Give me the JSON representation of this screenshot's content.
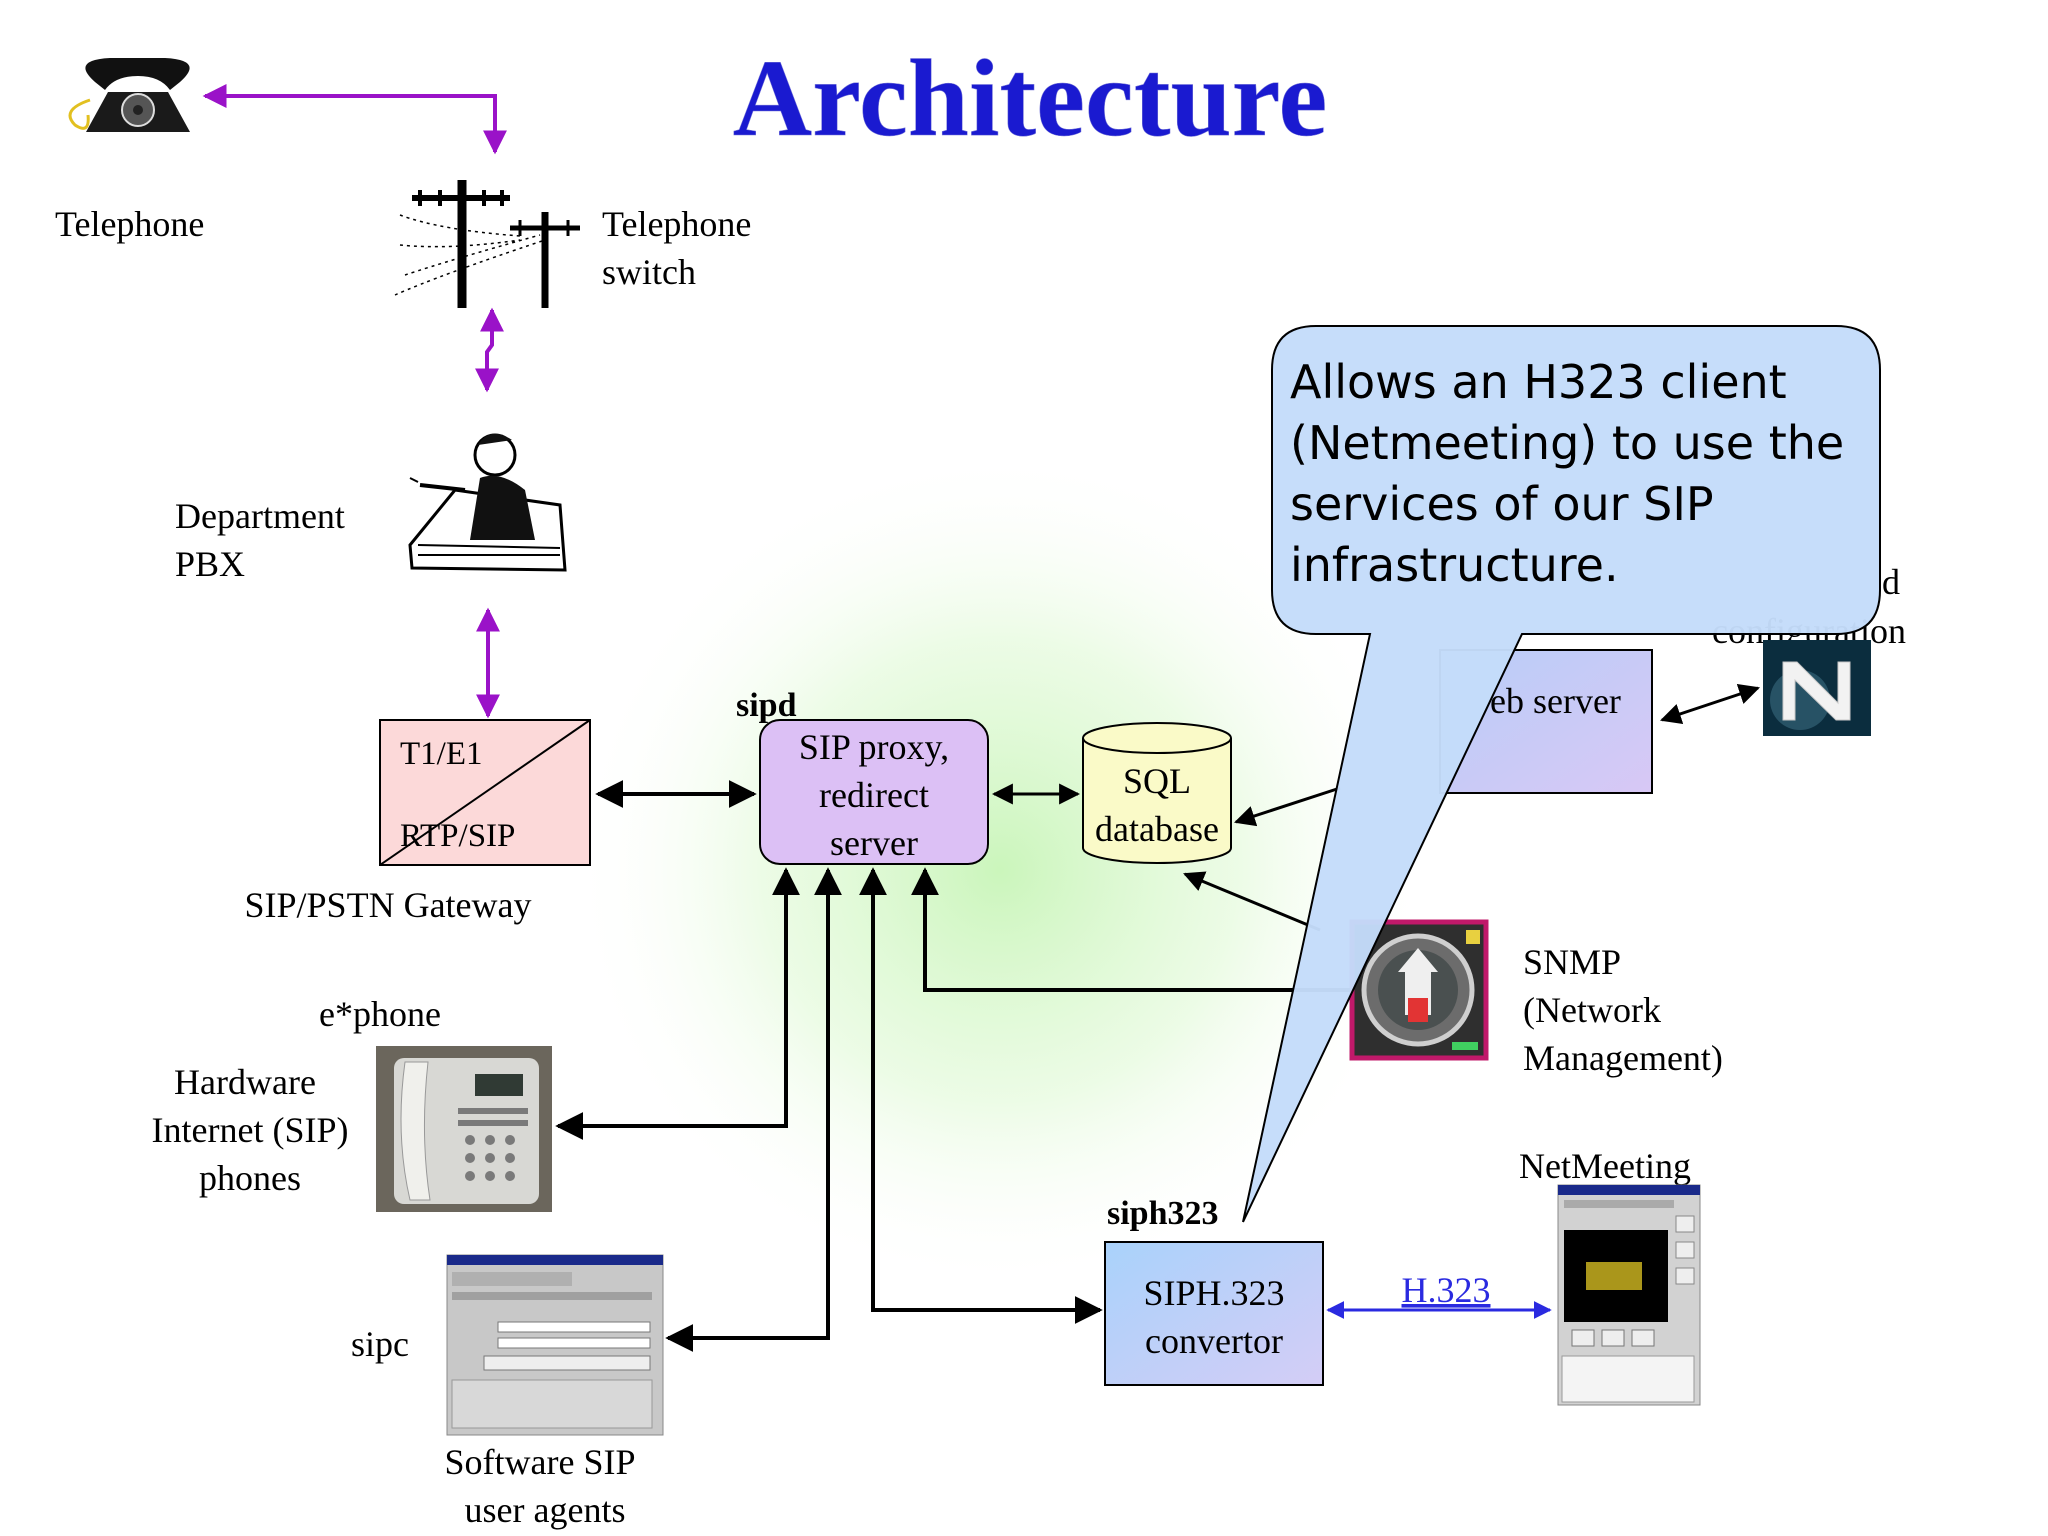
{
  "title": "Architecture",
  "labels": {
    "telephone": "Telephone",
    "telephone_switch": [
      "Telephone",
      "switch"
    ],
    "department_pbx": [
      "Department",
      "PBX"
    ],
    "gateway_top": "T1/E1",
    "gateway_bottom": "RTP/SIP",
    "gateway_caption": "SIP/PSTN Gateway",
    "sipd": "sipd",
    "proxy": [
      "SIP proxy,",
      "redirect",
      "server"
    ],
    "sql": [
      "SQL",
      "database"
    ],
    "web_server": "eb server",
    "web_config": [
      "d",
      "configuration"
    ],
    "snmp": [
      "SNMP",
      "(Network",
      "Management)"
    ],
    "ephone": "e*phone",
    "hw_phones": [
      "Hardware",
      "Internet (SIP)",
      "phones"
    ],
    "sipc": "sipc",
    "software_ua": [
      "Software SIP",
      "user agents"
    ],
    "siph323": "siph323",
    "convertor": [
      "SIPH.323",
      "convertor"
    ],
    "h323": "H.323",
    "netmeeting": "NetMeeting"
  },
  "callout": {
    "text": "Allows an H323 client (Netmeeting) to use the services of our SIP infrastructure."
  },
  "colors": {
    "title": "#1a1ad0",
    "purple_link": "#9a12c8",
    "gateway_fill": "#fcd9d9",
    "proxy_fill": "#dcc0f5",
    "sql_fill": "#fafac8",
    "web_fill": "#c9d4f7",
    "convertor_fill": "#bfd8fa",
    "callout_fill": "#c4dcfa",
    "h323_link": "#2a2ae0"
  },
  "icons": [
    "telephone-icon",
    "telephone-pole-icon",
    "pbx-operator-icon",
    "netscape-icon",
    "snmp-gauge-icon",
    "sip-hardware-phone-icon",
    "sipc-window-icon",
    "netmeeting-window-icon"
  ]
}
